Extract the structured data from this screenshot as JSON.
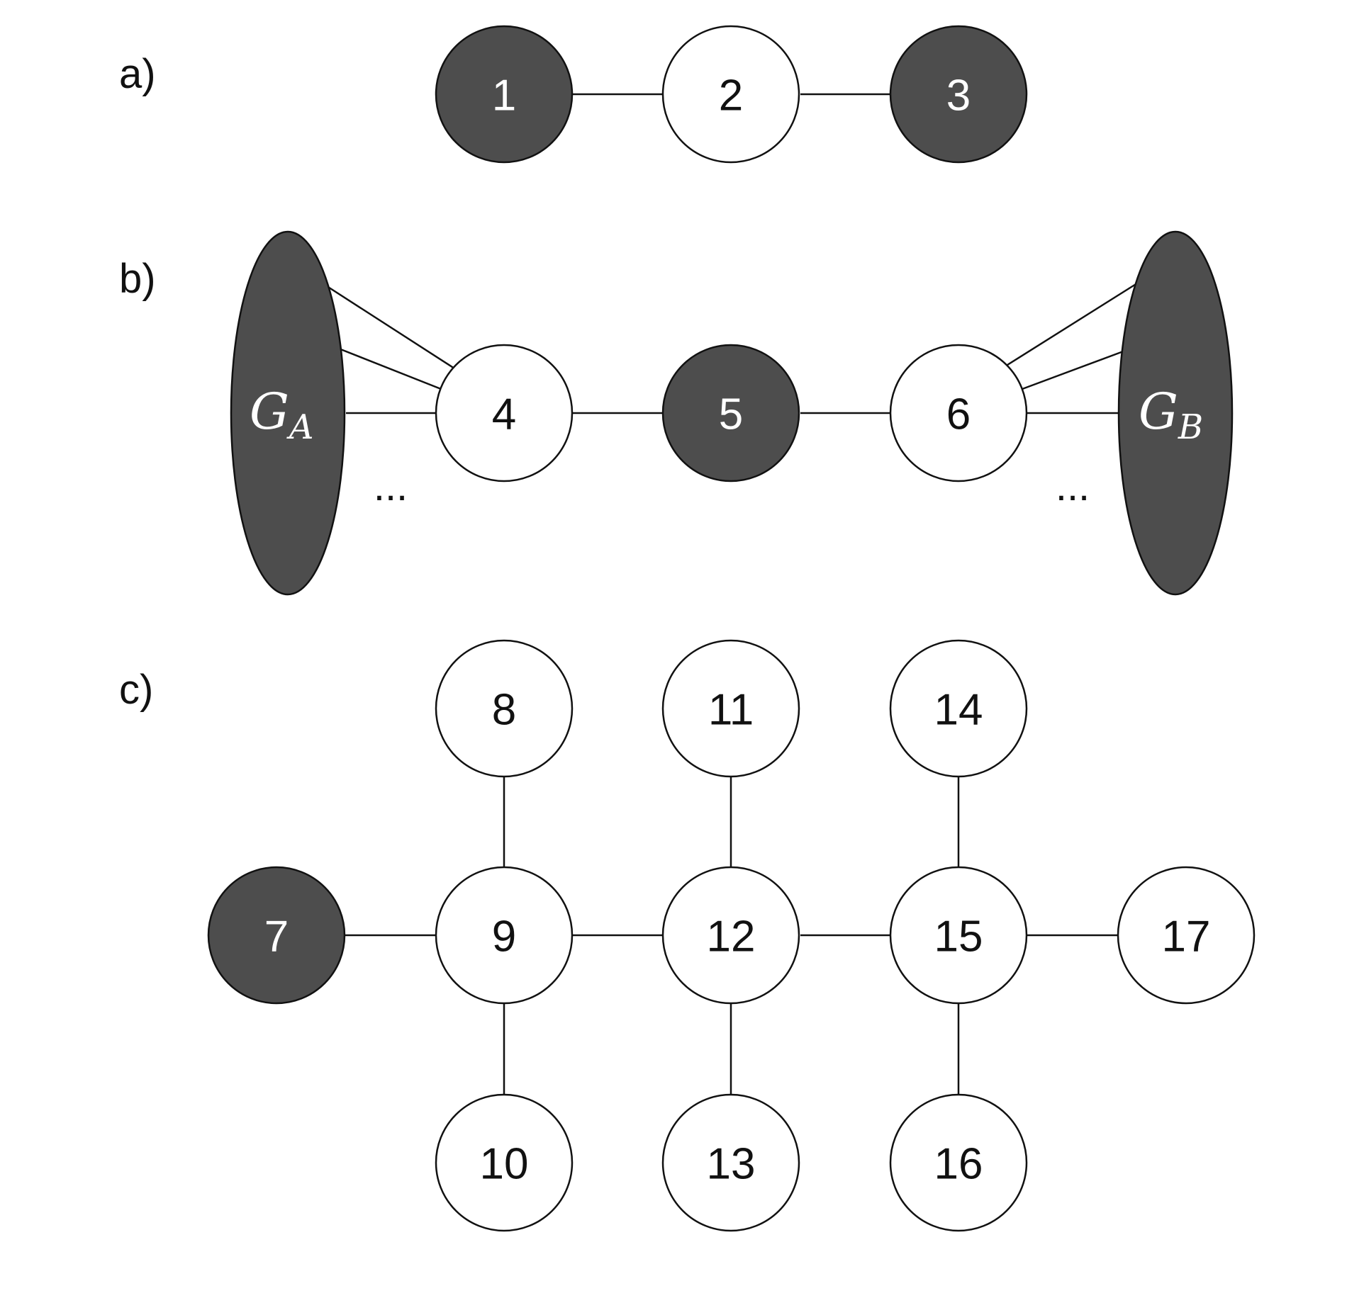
{
  "panels": {
    "a": {
      "label": "a)"
    },
    "b": {
      "label": "b)"
    },
    "c": {
      "label": "c)"
    }
  },
  "nodes": {
    "n1": "1",
    "n2": "2",
    "n3": "3",
    "n4": "4",
    "n5": "5",
    "n6": "6",
    "n7": "7",
    "n8": "8",
    "n9": "9",
    "n10": "10",
    "n11": "11",
    "n12": "12",
    "n13": "13",
    "n14": "14",
    "n15": "15",
    "n16": "16",
    "n17": "17"
  },
  "groups": {
    "ga": {
      "main": "G",
      "sub": "A"
    },
    "gb": {
      "main": "G",
      "sub": "B"
    }
  },
  "ellipsis": {
    "left": "...",
    "right": "..."
  },
  "colors": {
    "dark_node": "#4d4d4d",
    "light_node": "#ffffff",
    "stroke": "#111111"
  }
}
